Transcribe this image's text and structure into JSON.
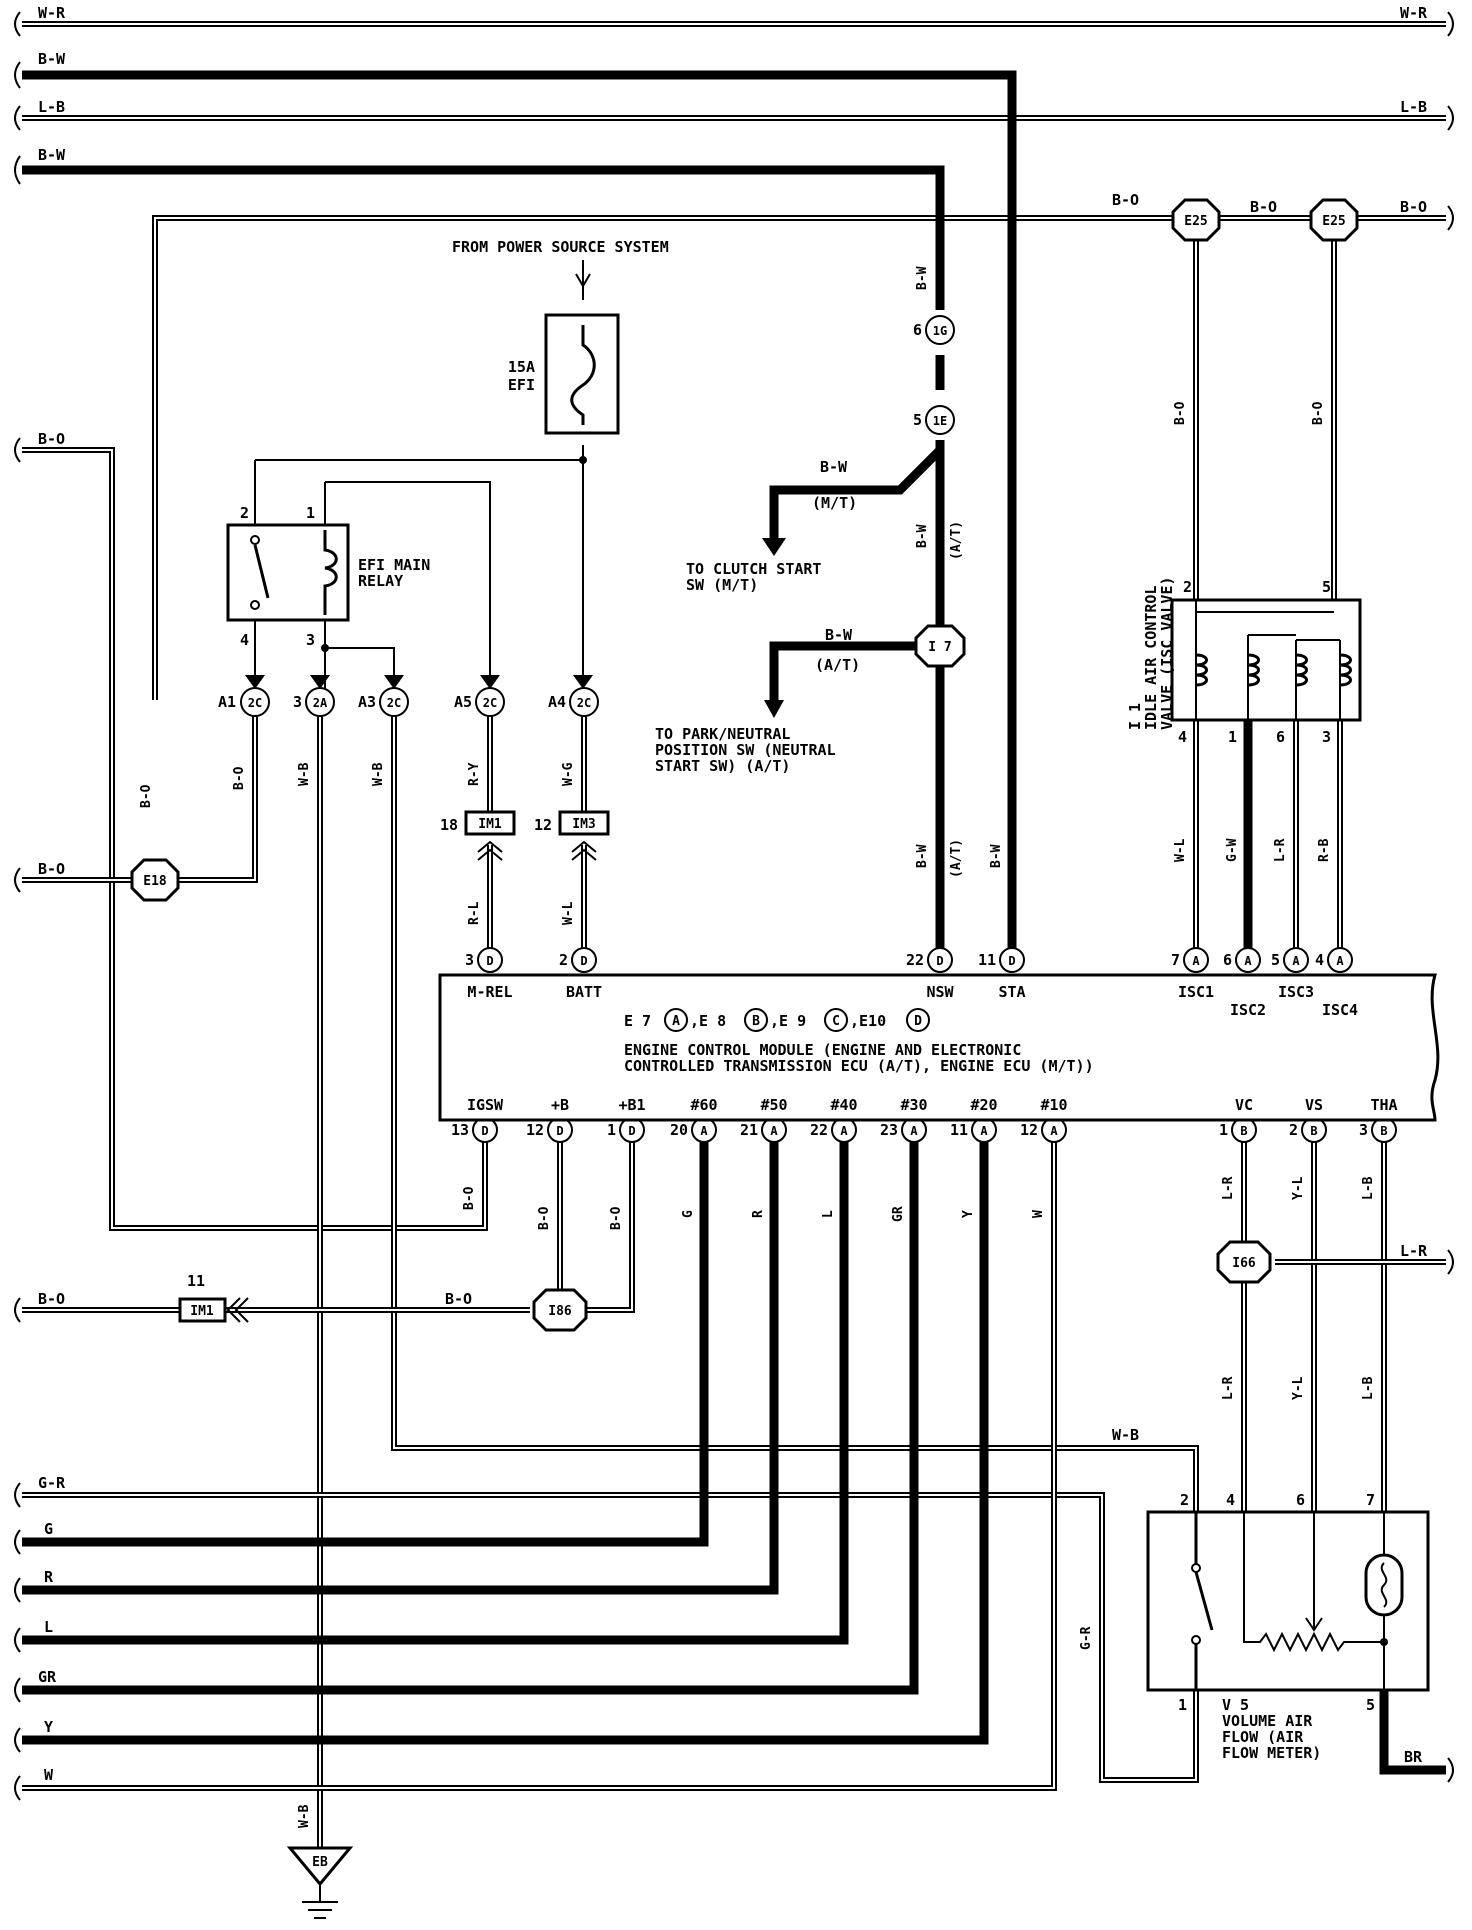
{
  "wire_labels": {
    "top_wr_left": "W-R",
    "top_wr_right": "W-R",
    "bw_top1": "B-W",
    "lb_left": "L-B",
    "lb_right": "L-B",
    "bw_top2": "B-W",
    "bo_top_1": "B-O",
    "bo_top_2": "B-O",
    "bo_top_3": "B-O",
    "bo_left_upper": "B-O",
    "bo_left_mid": "B-O",
    "bo_left_low": "B-O",
    "bo_vert_e18": "B-O",
    "bo_vert_2c": "B-O",
    "wb_vert_2a": "W-B",
    "wb_vert_a3": "W-B",
    "ry_vert": "R-Y",
    "wg_vert": "W-G",
    "rl_vert": "R-L",
    "wl_vert": "W-L",
    "bw_vert_1g": "B-W",
    "bw_mt": "B-W",
    "mt": "(M/T)",
    "bw_vert_at": "B-W",
    "at_vert": "(A/T)",
    "bw_at": "B-W",
    "at": "(A/T)",
    "bw_vert_nsw": "B-W",
    "at_vert_nsw": "(A/T)",
    "bw_vert_sta": "B-W",
    "bo_vert_isc1": "B-O",
    "bo_vert_isc2": "B-O",
    "wl_isc": "W-L",
    "gw_isc": "G-W",
    "lr_isc": "L-R",
    "rb_isc": "R-B",
    "bo_igsw": "B-O",
    "bo_b": "B-O",
    "bo_b1": "B-O",
    "bo_i86": "B-O",
    "g_60": "G",
    "r_50": "R",
    "l_40": "L",
    "gr_30": "GR",
    "y_20": "Y",
    "w_10": "W",
    "lr_vc": "L-R",
    "yl_vs": "Y-L",
    "lb_tha": "L-B",
    "lr_i66": "L-R",
    "lr_vc2": "L-R",
    "yl_vs2": "Y-L",
    "lb_tha2": "L-B",
    "wb_vaf": "W-B",
    "gr_vaf": "G-R",
    "gr_left": "G-R",
    "g_left": "G",
    "r_left": "R",
    "l_left": "L",
    "grl_left": "GR",
    "y_left": "Y",
    "w_left": "W",
    "br": "BR",
    "wb_eb": "W-B"
  },
  "labels": {
    "power_source": "FROM POWER SOURCE SYSTEM",
    "fuse_amp": "15A",
    "fuse_name": "EFI",
    "relay_line1": "EFI MAIN",
    "relay_line2": "RELAY",
    "clutch_line1": "TO CLUTCH START",
    "clutch_line2": "SW (M/T)",
    "park_line1": "TO PARK/NEUTRAL",
    "park_line2": "POSITION SW (NEUTRAL",
    "park_line3": "START SW) (A/T)",
    "isc_line1": "I 1",
    "isc_line2": "IDLE AIR CONTROL",
    "isc_line3": "VALVE (ISC VALVE)",
    "ecm_codes_1": "E 7",
    "ecm_codes_2": ",E 8",
    "ecm_codes_3": ",E 9",
    "ecm_codes_4": ",E10",
    "ecm_line1": "ENGINE CONTROL MODULE (ENGINE AND ELECTRONIC",
    "ecm_line2": "CONTROLLED TRANSMISSION ECU (A/T), ENGINE ECU (M/T))",
    "vaf_line1": "V 5",
    "vaf_line2": "VOLUME AIR",
    "vaf_line3": "FLOW (AIR",
    "vaf_line4": "FLOW METER)"
  },
  "connectors": {
    "c_1g": "1G",
    "c_1e": "1E",
    "c_a1": "2C",
    "c_a2": "2A",
    "c_a3": "2C",
    "c_a5": "2C",
    "c_a4": "2C",
    "c_mrel": "D",
    "c_batt": "D",
    "c_nsw": "D",
    "c_sta": "D",
    "c_isc1": "A",
    "c_isc2": "A",
    "c_isc3": "A",
    "c_isc4": "A",
    "c_igsw": "D",
    "c_b": "D",
    "c_b1": "D",
    "c_60": "A",
    "c_50": "A",
    "c_40": "A",
    "c_30": "A",
    "c_20": "A",
    "c_10": "A",
    "c_vc": "B",
    "c_vs": "B",
    "c_tha": "B",
    "code_a": "A",
    "code_b": "B",
    "code_c": "C",
    "code_d": "D"
  },
  "junctions": {
    "e25_a": "E25",
    "e25_b": "E25",
    "e18": "E18",
    "i7": "I 7",
    "i86": "I86",
    "i66": "I66",
    "eb": "EB",
    "im1_a": "IM1",
    "im3": "IM3",
    "im1_b": "IM1"
  },
  "pins": {
    "p_6_1g": "6",
    "p_5_1e": "5",
    "relay_2": "2",
    "relay_1": "1",
    "relay_4": "4",
    "relay_3": "3",
    "a1": "A1",
    "a2_3": "3",
    "a3": "A3",
    "a5": "A5",
    "a4": "A4",
    "im1_18": "18",
    "im3_12": "12",
    "mrel_3": "3",
    "batt_2": "2",
    "nsw_22": "22",
    "sta_11": "11",
    "isc1_7": "7",
    "isc2_6": "6",
    "isc3_5": "5",
    "isc4_4": "4",
    "isc_top_2": "2",
    "isc_top_5": "5",
    "isc_b_4": "4",
    "isc_b_1": "1",
    "isc_b_6": "6",
    "isc_b_3": "3",
    "igsw_13": "13",
    "b_12": "12",
    "b1_1": "1",
    "p60_20": "20",
    "p50_21": "21",
    "p40_22": "22",
    "p30_23": "23",
    "p20_11": "11",
    "p10_12": "12",
    "vc_1": "1",
    "vs_2": "2",
    "tha_3": "3",
    "vaf_2": "2",
    "vaf_4": "4",
    "vaf_6": "6",
    "vaf_7": "7",
    "vaf_1": "1",
    "vaf_5": "5",
    "im1b_11": "11"
  },
  "terminals": {
    "mrel": "M-REL",
    "batt": "BATT",
    "nsw": "NSW",
    "sta": "STA",
    "isc1": "ISC1",
    "isc2": "ISC2",
    "isc3": "ISC3",
    "isc4": "ISC4",
    "igsw": "IGSW",
    "b": "+B",
    "b1": "+B1",
    "n60": "#60",
    "n50": "#50",
    "n40": "#40",
    "n30": "#30",
    "n20": "#20",
    "n10": "#10",
    "vc": "VC",
    "vs": "VS",
    "tha": "THA"
  }
}
